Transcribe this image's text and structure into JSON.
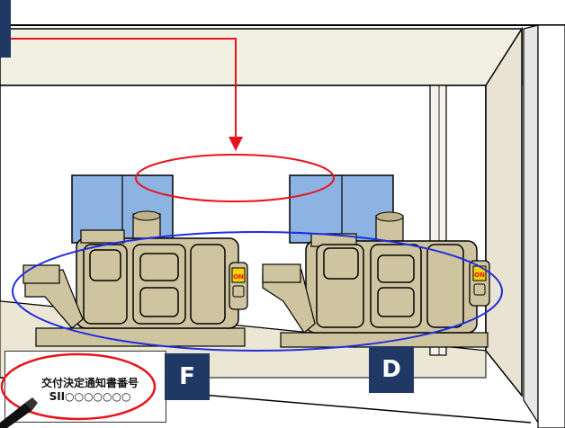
{
  "labels": {
    "plate_line1": "交付決定通知書番号",
    "plate_line2": "SII○○○○○○○",
    "badge_f": "F",
    "badge_d": "D",
    "on_switch": "ON"
  },
  "colors": {
    "wall": "#f2efe3",
    "wall_line": "#000000",
    "floor": "#ece6d4",
    "machine_body": "#cfc4a0",
    "machine_shadow": "#a99d78",
    "window_glass": "#8db3e2",
    "badge_bg": "#1f3864",
    "callout_red": "#e8141b",
    "callout_blue": "#1f2ee0",
    "switch_yellow": "#f2d400",
    "switch_red_text": "#e8141b"
  }
}
